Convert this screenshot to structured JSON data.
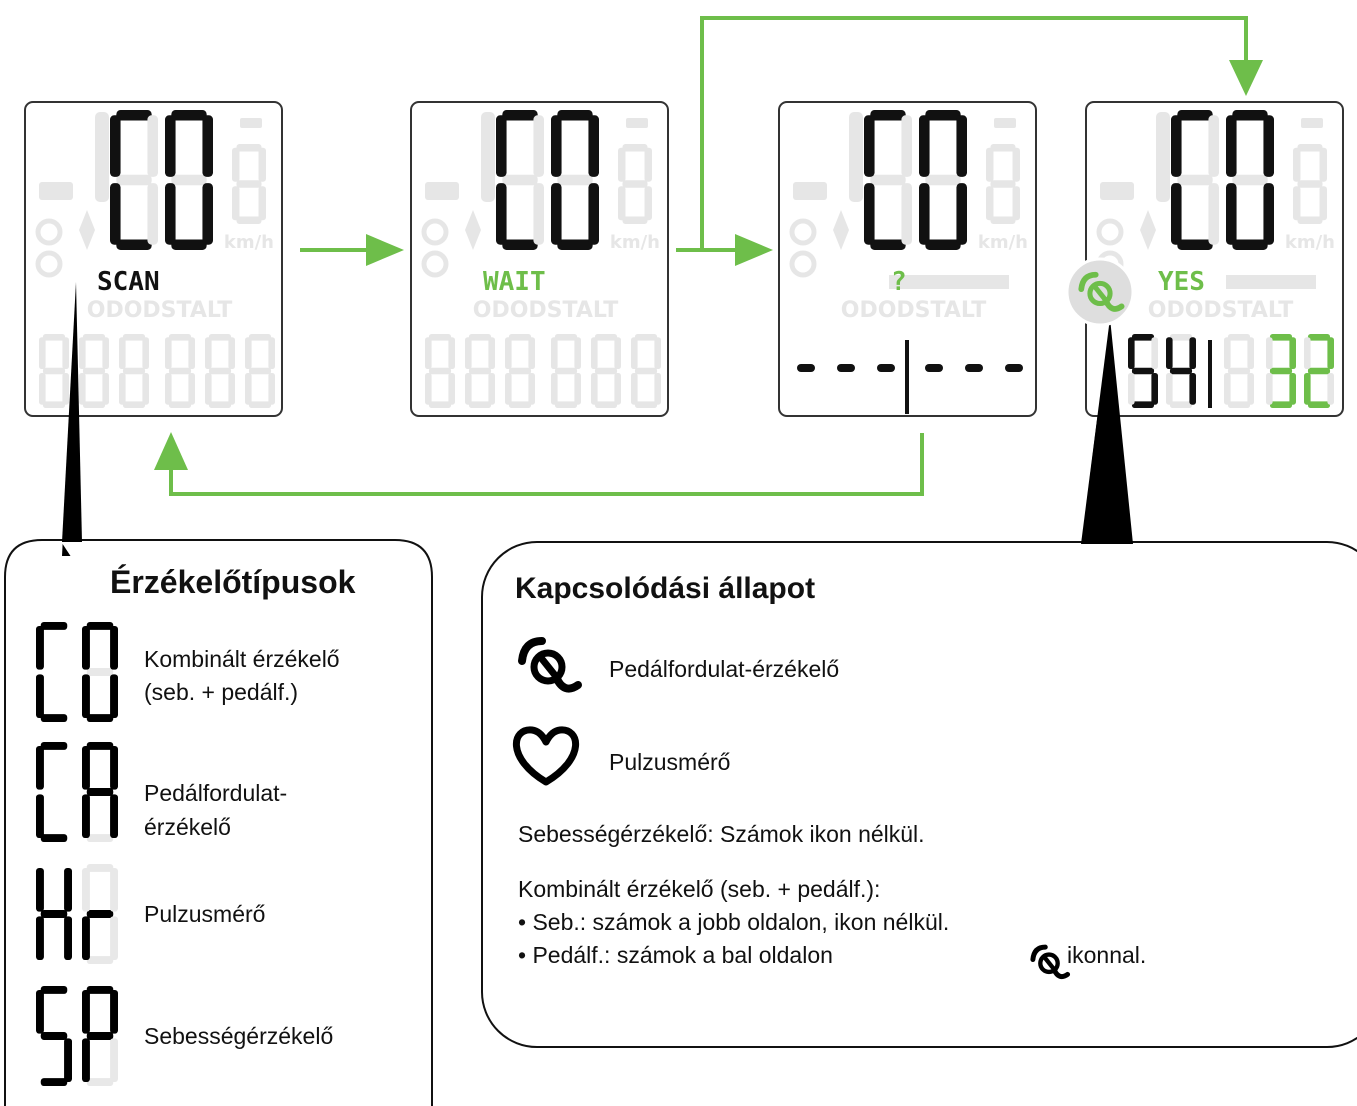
{
  "screens": [
    {
      "id": "scan",
      "top_digits": "CO",
      "status": "SCAN",
      "status_color": "#111111",
      "bottom": "888888"
    },
    {
      "id": "wait",
      "top_digits": "CO",
      "status": "WAIT",
      "status_color": "#6ebe4a",
      "bottom": "888888"
    },
    {
      "id": "unknown",
      "top_digits": "CO",
      "status": "?",
      "status_color": "#6ebe4a",
      "bottom": "------"
    },
    {
      "id": "yes",
      "top_digits": "CO",
      "status": "YES",
      "status_color": "#6ebe4a",
      "bottom_left": "54",
      "bottom_right": "32"
    }
  ],
  "lcd_ghost": {
    "unit": "km/h",
    "labels": "ODODSTALT",
    "ghost_digit": "8"
  },
  "sensor_types": {
    "title": "Érzékelőtípusok",
    "items": [
      {
        "code": "CO",
        "label_line1": "Kombinált érzékelő",
        "label_line2": "(seb. + pedálf.)"
      },
      {
        "code": "CA",
        "label_line1": "Pedálfordulat-",
        "label_line2": "érzékelő"
      },
      {
        "code": "Hr",
        "label_line1": "Pulzusmérő",
        "label_line2": ""
      },
      {
        "code": "SP",
        "label_line1": "Sebességérzékelő",
        "label_line2": ""
      }
    ]
  },
  "connection": {
    "title": "Kapcsolódási állapot",
    "cadence_label": "Pedálfordulat-érzékelő",
    "heart_label": "Pulzusmérő",
    "speed_note": "Sebességérzékelő: Számok ikon nélkül.",
    "combo_title": "Kombinált érzékelő (seb. + pedálf.):",
    "combo_line1": "• Seb.: számok a jobb oldalon, ikon nélkül.",
    "combo_line2_pre": "• Pedálf.: számok a bal oldalon",
    "combo_line2_post": " ikonnal."
  },
  "icons": [
    "cadence-icon",
    "heart-icon"
  ],
  "colors": {
    "accent": "#6ebe4a",
    "ink": "#111111",
    "ghost": "#e6e6e6"
  }
}
